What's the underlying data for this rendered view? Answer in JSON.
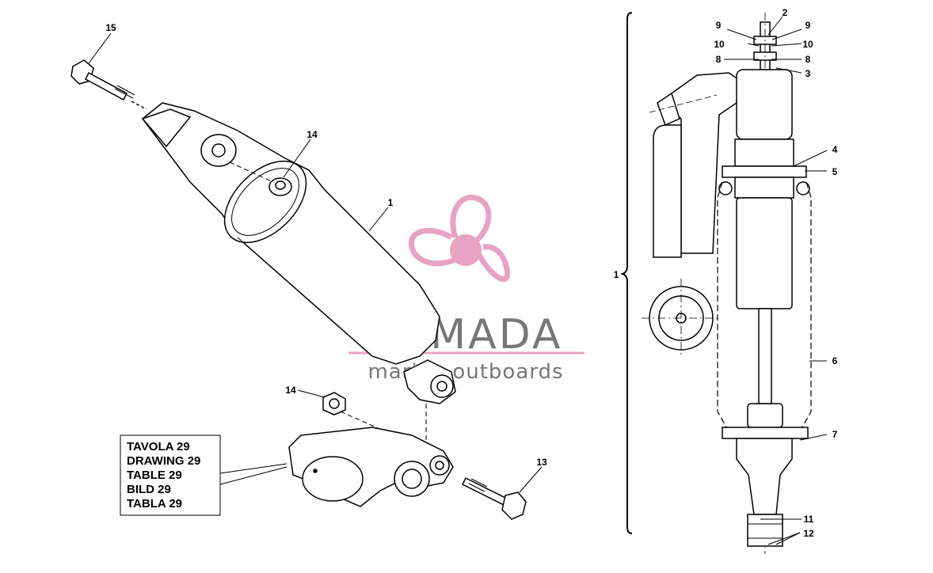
{
  "caption": {
    "lines": [
      "TAVOLA 29",
      "DRAWING 29",
      "TABLE 29",
      "BILD 29",
      "TABLA 29"
    ]
  },
  "watermark": {
    "brand": "ARMADA",
    "tagline": "marine outboards",
    "accent_color": "#e7a3c4",
    "text_color": "#777777"
  },
  "exploded_callouts": {
    "bolt_top": "15",
    "nut_top": "14",
    "shock_body": "1",
    "nut_bottom": "14",
    "bolt_bottom": "13"
  },
  "section_callouts": {
    "c2": "2",
    "c9_left": "9",
    "c9_right": "9",
    "c10_left": "10",
    "c10_right": "10",
    "c8_left": "8",
    "c8_right": "8",
    "c3": "3",
    "c4": "4",
    "c5": "5",
    "c6": "6",
    "c7": "7",
    "c11": "11",
    "c12": "12",
    "assembly": "1"
  }
}
